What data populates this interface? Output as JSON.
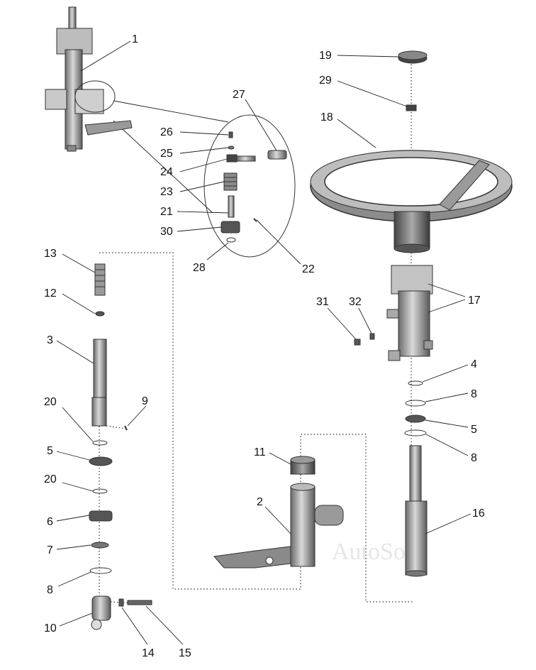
{
  "watermark": "AutoSoft",
  "callouts": [
    {
      "id": "c1",
      "text": "1"
    },
    {
      "id": "c19",
      "text": "19"
    },
    {
      "id": "c29",
      "text": "29"
    },
    {
      "id": "c18",
      "text": "18"
    },
    {
      "id": "c27",
      "text": "27"
    },
    {
      "id": "c26",
      "text": "26"
    },
    {
      "id": "c25",
      "text": "25"
    },
    {
      "id": "c24",
      "text": "24"
    },
    {
      "id": "c23",
      "text": "23"
    },
    {
      "id": "c21",
      "text": "21"
    },
    {
      "id": "c30",
      "text": "30"
    },
    {
      "id": "c28",
      "text": "28"
    },
    {
      "id": "c22",
      "text": "22"
    },
    {
      "id": "c13",
      "text": "13"
    },
    {
      "id": "c12",
      "text": "12"
    },
    {
      "id": "c3",
      "text": "3"
    },
    {
      "id": "c20a",
      "text": "20"
    },
    {
      "id": "c9",
      "text": "9"
    },
    {
      "id": "c5a",
      "text": "5"
    },
    {
      "id": "c20b",
      "text": "20"
    },
    {
      "id": "c6",
      "text": "6"
    },
    {
      "id": "c7",
      "text": "7"
    },
    {
      "id": "c8a",
      "text": "8"
    },
    {
      "id": "c10",
      "text": "10"
    },
    {
      "id": "c14",
      "text": "14"
    },
    {
      "id": "c15",
      "text": "15"
    },
    {
      "id": "c17",
      "text": "17"
    },
    {
      "id": "c31",
      "text": "31"
    },
    {
      "id": "c32",
      "text": "32"
    },
    {
      "id": "c4",
      "text": "4"
    },
    {
      "id": "c8b",
      "text": "8"
    },
    {
      "id": "c5b",
      "text": "5"
    },
    {
      "id": "c8c",
      "text": "8"
    },
    {
      "id": "c11",
      "text": "11"
    },
    {
      "id": "c2",
      "text": "2"
    },
    {
      "id": "c16",
      "text": "16"
    }
  ]
}
